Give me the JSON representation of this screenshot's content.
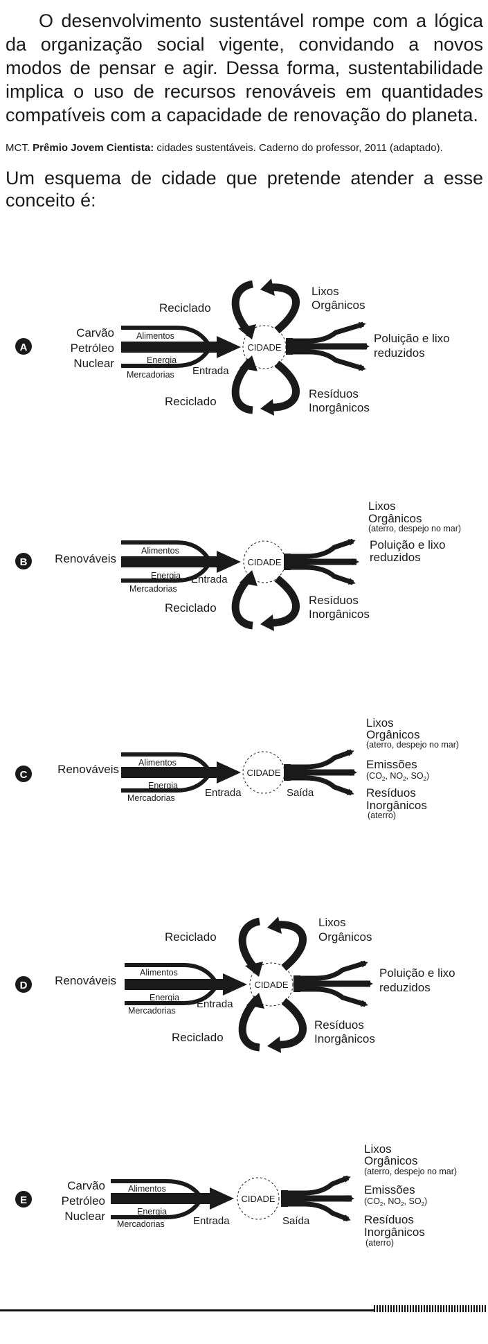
{
  "intro_text": "O desenvolvimento sustentável rompe com a lógica da organização social vigente, convidando a novos modos de pensar e agir. Dessa forma, sustentabilidade implica o uso de recursos renováveis em quantidades compatíveis com a capacidade de renovação do planeta.",
  "citation": {
    "prefix": "MCT.",
    "bold": "Prêmio Jovem Cientista:",
    "rest": "cidades sustentáveis. Caderno do professor, 2011 (adaptado)."
  },
  "question": "Um esquema de cidade que pretende atender a esse conceito é:",
  "common": {
    "city": "CIDADE",
    "alimentos": "Alimentos",
    "energia": "Energia",
    "mercadorias": "Mercadorias",
    "entrada": "Entrada",
    "saida": "Saída",
    "reciclado": "Reciclado"
  },
  "options": [
    {
      "letter": "A",
      "source": [
        "Carvão",
        "Petróleo",
        "Nuclear"
      ],
      "top_out": [
        "Lixos",
        "Orgânicos"
      ],
      "right_out": [
        "Poluição e lixo",
        "reduzidos"
      ],
      "bottom_out": [
        "Resíduos",
        "Inorgânicos"
      ]
    },
    {
      "letter": "B",
      "source": [
        "Renováveis"
      ],
      "out1": [
        "Lixos",
        "Orgânicos",
        "(aterro, despejo no mar)"
      ],
      "out2": [
        "Poluição e lixo",
        "reduzidos"
      ],
      "out3": [
        "Resíduos",
        "Inorgânicos"
      ]
    },
    {
      "letter": "C",
      "source": [
        "Renováveis"
      ],
      "out1": [
        "Lixos",
        "Orgânicos",
        "(aterro, despejo no mar)"
      ],
      "out2": [
        "Emissões",
        "(CO",
        "2",
        ", NO",
        "2",
        ", SO",
        "2",
        ")"
      ],
      "out3": [
        "Resíduos",
        "Inorgânicos",
        "(aterro)"
      ]
    },
    {
      "letter": "D",
      "source": [
        "Renováveis"
      ],
      "top_out": [
        "Lixos",
        "Orgânicos"
      ],
      "right_out": [
        "Poluição e lixo",
        "reduzidos"
      ],
      "bottom_out": [
        "Resíduos",
        "Inorgânicos"
      ]
    },
    {
      "letter": "E",
      "source": [
        "Carvão",
        "Petróleo",
        "Nuclear"
      ],
      "out1": [
        "Lixos",
        "Orgânicos",
        "(aterro, despejo no mar)"
      ],
      "out2": [
        "Emissões",
        "(CO",
        "2",
        ", NO",
        "2",
        ", SO",
        "2",
        ")"
      ],
      "out3": [
        "Resíduos",
        "Inorgânicos",
        "(aterro)"
      ]
    }
  ]
}
